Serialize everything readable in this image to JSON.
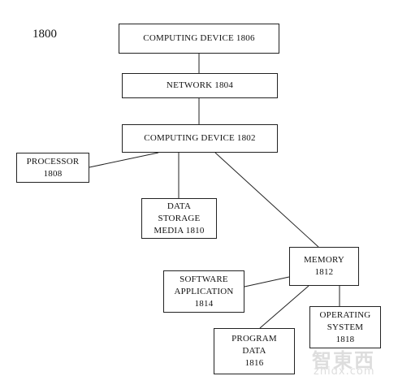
{
  "figure_label": "1800",
  "nodes": {
    "computing_device_1806": "COMPUTING DEVICE 1806",
    "network_1804": "NETWORK 1804",
    "computing_device_1802": "COMPUTING DEVICE 1802",
    "processor_1808": "PROCESSOR\n1808",
    "data_storage_1810": "DATA\nSTORAGE\nMEDIA 1810",
    "memory_1812": "MEMORY\n1812",
    "software_application_1814": "SOFTWARE\nAPPLICATION\n1814",
    "program_data_1816": "PROGRAM\nDATA\n1816",
    "operating_system_1818": "OPERATING\nSYSTEM\n1818"
  },
  "edges": [
    {
      "from": "computing_device_1806",
      "to": "network_1804"
    },
    {
      "from": "network_1804",
      "to": "computing_device_1802"
    },
    {
      "from": "computing_device_1802",
      "to": "processor_1808"
    },
    {
      "from": "computing_device_1802",
      "to": "data_storage_1810"
    },
    {
      "from": "computing_device_1802",
      "to": "memory_1812"
    },
    {
      "from": "memory_1812",
      "to": "software_application_1814"
    },
    {
      "from": "memory_1812",
      "to": "program_data_1816"
    },
    {
      "from": "memory_1812",
      "to": "operating_system_1818"
    }
  ],
  "watermark": {
    "chars": "智東西",
    "url": "zhidx.com"
  }
}
